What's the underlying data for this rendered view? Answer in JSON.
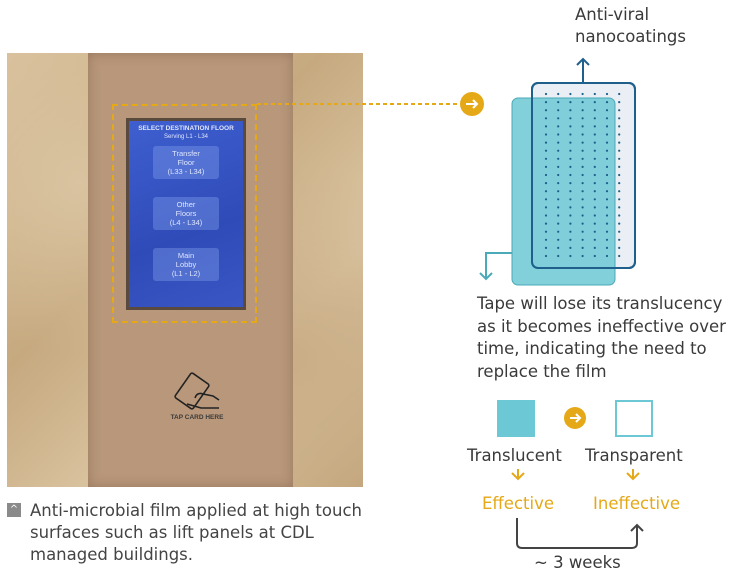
{
  "photo": {
    "screen_title": "SELECT DESTINATION FLOOR",
    "screen_subtitle": "Serving L1 - L34",
    "buttons": [
      {
        "line1": "Transfer",
        "line2": "Floor",
        "line3": "(L33 - L34)"
      },
      {
        "line1": "Other",
        "line2": "Floors",
        "line3": "(L4 - L34)"
      },
      {
        "line1": "Main",
        "line2": "Lobby",
        "line3": "(L1 - L2)"
      }
    ],
    "tap_label": "TAP CARD HERE"
  },
  "caption": "Anti-microbial film applied at high touch surfaces such as lift panels at CDL managed buildings.",
  "diagram": {
    "coating_label_1": "Anti-viral",
    "coating_label_2": "nanocoatings",
    "tape_text": [
      "Tape will lose its translucency",
      "as it becomes ineffective over",
      "time, indicating the need to",
      "replace the film"
    ],
    "state_1": "Translucent",
    "state_2": "Transparent",
    "result_1": "Effective",
    "result_2": "Ineffective",
    "duration": "~ 3 weeks"
  },
  "colors": {
    "accent": "#e5a817",
    "teal": "#6cc8d4",
    "navy": "#1f5f8b"
  }
}
